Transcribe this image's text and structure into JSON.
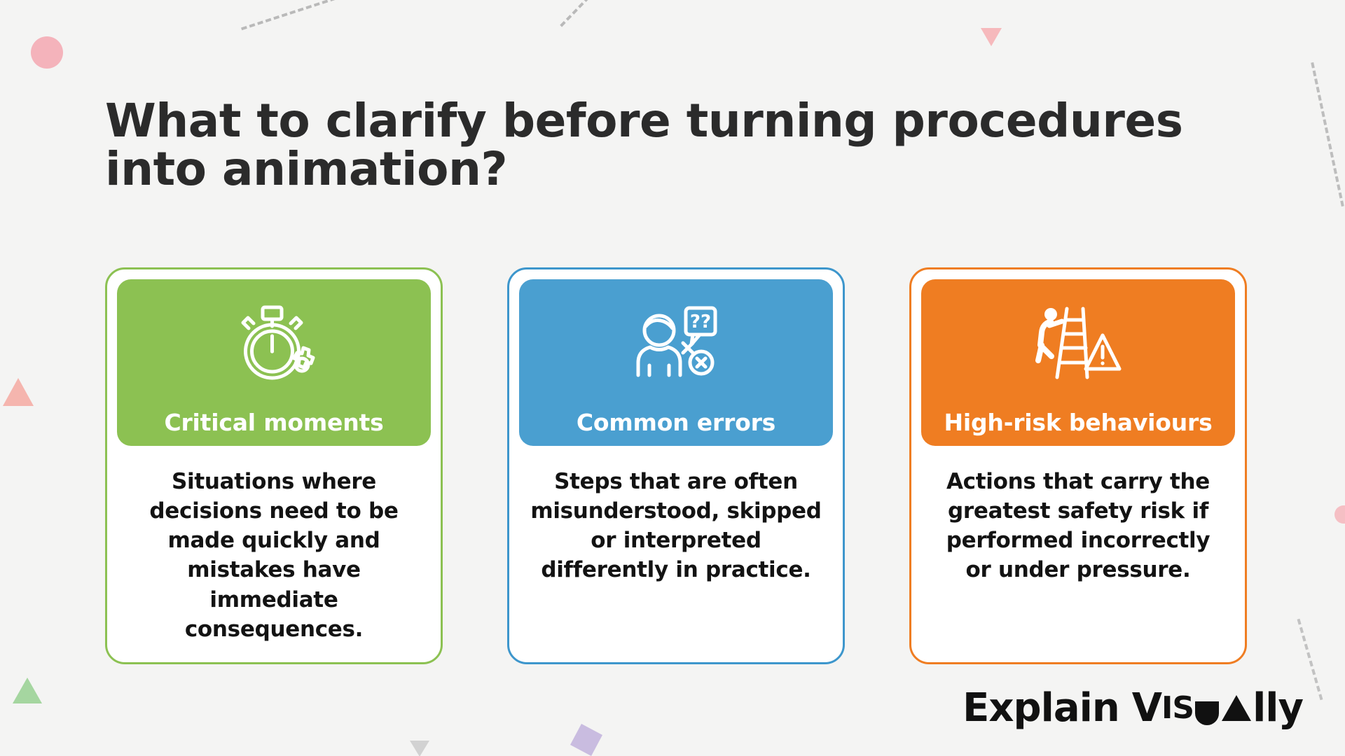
{
  "slide": {
    "background_color": "#f4f4f3",
    "title": "What to clarify before turning procedures into animation?"
  },
  "cards": [
    {
      "id": "critical-moments",
      "title": "Critical moments",
      "body": "Situations where decisions need to be made quickly and mistakes have immediate consequences.",
      "color": "#8cc152",
      "icon": "stopwatch-gear-icon"
    },
    {
      "id": "common-errors",
      "title": "Common errors",
      "body": "Steps that are often misunderstood, skipped or interpreted differently in practice.",
      "color": "#4a9fd0",
      "icon": "person-question-confusion-icon"
    },
    {
      "id": "high-risk-behaviours",
      "title": "High-risk behaviours",
      "body": "Actions that carry the greatest safety risk if performed incorrectly or under pressure.",
      "color": "#ef7d22",
      "icon": "ladder-fall-warning-icon"
    }
  ],
  "logo": {
    "word1": "Explain",
    "word2_v": "V",
    "word2_is": "IS",
    "word2_ll": "ll",
    "word2_y": "y",
    "full_text": "Explain Visually",
    "color": "#111111"
  },
  "decorations": {
    "circle_pink": "#f4b3bb",
    "triangle_pink": "#f5b5ae",
    "triangle_green": "#a5d6a0",
    "square_purple": "#c9bce0",
    "dashed_line": "#b9b9b9"
  }
}
